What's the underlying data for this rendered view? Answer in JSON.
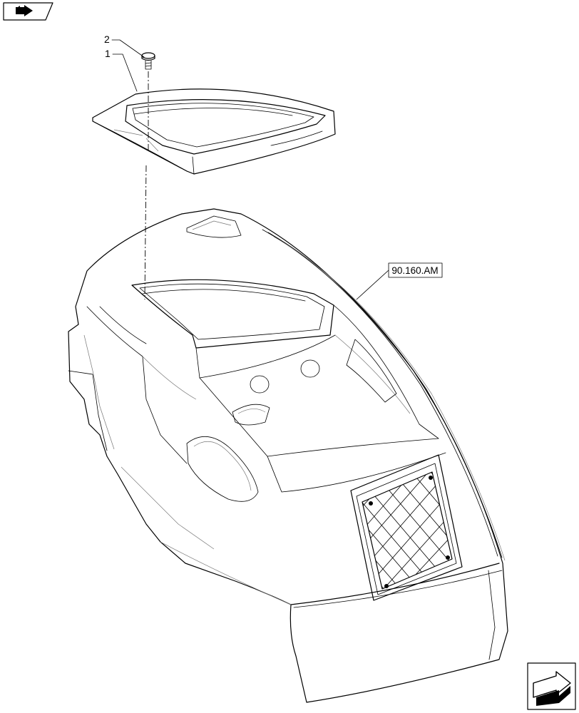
{
  "callouts": {
    "part_2": "2",
    "part_1": "1"
  },
  "reference": {
    "label": "90.160.AM"
  },
  "icons": {
    "top_left": "book-arrow-icon",
    "bottom_right": "next-page-arrow-icon"
  },
  "colors": {
    "line": "#000000",
    "background": "#ffffff"
  }
}
